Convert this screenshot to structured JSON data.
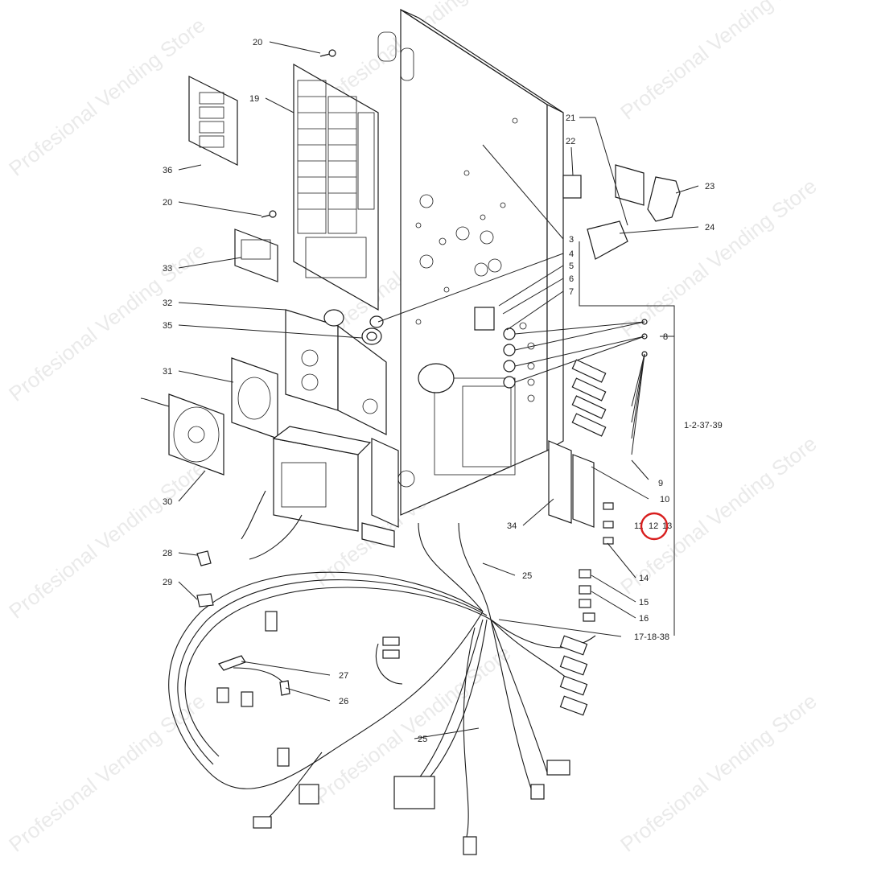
{
  "watermark": "Profesional Vending Store",
  "highlight_color": "#d81e1e",
  "labels": {
    "p20a": "20",
    "p19": "19",
    "p36": "36",
    "p20b": "20",
    "p33": "33",
    "p32": "32",
    "p35": "35",
    "p31": "31",
    "p30": "30",
    "p28": "28",
    "p29": "29",
    "p27": "27",
    "p26": "26",
    "p25a": "25",
    "p25b": "25",
    "p21": "21",
    "p22": "22",
    "p23": "23",
    "p24": "24",
    "p3": "3",
    "p4": "4",
    "p5": "5",
    "p6": "6",
    "p7": "7",
    "p8": "8",
    "pgroup": "1-2-37-39",
    "p9": "9",
    "p10": "10",
    "p34": "34",
    "p11": "11",
    "p12": "12",
    "p13": "13",
    "p14": "14",
    "p15": "15",
    "p16": "16",
    "p17": "17-18-38"
  }
}
